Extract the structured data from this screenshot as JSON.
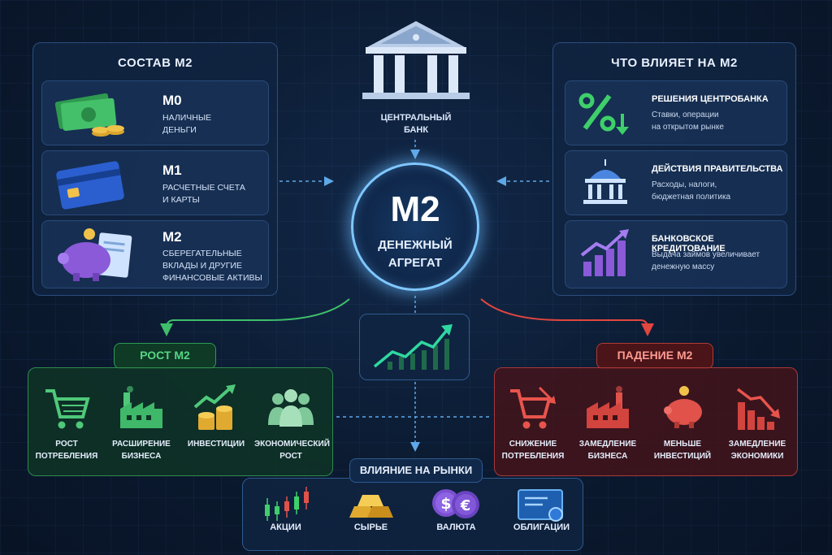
{
  "composition": {
    "title": "СОСТАВ M2",
    "items": [
      {
        "head": "M0",
        "sub1": "НАЛИЧНЫЕ",
        "sub2": "ДЕНЬГИ",
        "sub3": "",
        "icon": "cash-icon"
      },
      {
        "head": "M1",
        "sub1": "РАСЧЕТНЫЕ СЧЕТА",
        "sub2": "И КАРТЫ",
        "sub3": "",
        "icon": "credit-card-icon"
      },
      {
        "head": "M2",
        "sub1": "СБЕРЕГАТЕЛЬНЫЕ",
        "sub2": "ВКЛАДЫ И ДРУГИЕ",
        "sub3": "ФИНАНСОВЫЕ АКТИВЫ",
        "icon": "piggy-bank-icon"
      }
    ]
  },
  "influences": {
    "title": "ЧТО ВЛИЯЕТ НА M2",
    "items": [
      {
        "head": "РЕШЕНИЯ ЦЕНТРОБАНКА",
        "sub1": "Ставки, операции",
        "sub2": "на открытом рынке",
        "icon": "percent-down-icon"
      },
      {
        "head": "ДЕЙСТВИЯ ПРАВИТЕЛЬСТВА",
        "sub1": "Расходы, налоги,",
        "sub2": "бюджетная политика",
        "icon": "government-building-icon"
      },
      {
        "head": "БАНКОВСКОЕ КРЕДИТОВАНИЕ",
        "sub1": "Выдача займов увеличивает",
        "sub2": "денежную массу",
        "icon": "growth-bars-icon"
      }
    ]
  },
  "central_bank": {
    "line1": "ЦЕНТРАЛЬНЫЙ",
    "line2": "БАНК",
    "icon": "bank-building-icon"
  },
  "center": {
    "title": "M2",
    "line1": "ДЕНЕЖНЫЙ",
    "line2": "АГРЕГАТ"
  },
  "growth": {
    "title": "РОСТ M2",
    "color": "#3fbf6a",
    "items": [
      {
        "label1": "РОСТ ПОТРЕБЛЕНИЯ",
        "label2": "",
        "icon": "shopping-cart-icon"
      },
      {
        "label1": "РАСШИРЕНИЕ",
        "label2": "БИЗНЕСА",
        "icon": "factory-icon"
      },
      {
        "label1": "ИНВЕСТИЦИИ",
        "label2": "",
        "icon": "coins-growth-icon"
      },
      {
        "label1": "ЭКОНОМИЧЕСКИЙ",
        "label2": "РОСТ",
        "icon": "people-icon"
      }
    ]
  },
  "decline": {
    "title": "ПАДЕНИЕ M2",
    "color": "#e2463f",
    "items": [
      {
        "label1": "СНИЖЕНИЕ",
        "label2": "ПОТРЕБЛЕНИЯ",
        "icon": "cart-down-icon"
      },
      {
        "label1": "ЗАМЕДЛЕНИЕ",
        "label2": "БИЗНЕСА",
        "icon": "factory-icon"
      },
      {
        "label1": "МЕНЬШЕ",
        "label2": "ИНВЕСТИЦИЙ",
        "icon": "piggy-bank-icon"
      },
      {
        "label1": "ЗАМЕДЛЕНИЕ",
        "label2": "ЭКОНОМИКИ",
        "icon": "bars-down-icon"
      }
    ]
  },
  "markets": {
    "title": "ВЛИЯНИЕ НА РЫНКИ",
    "items": [
      {
        "label": "АКЦИИ",
        "icon": "candlestick-icon"
      },
      {
        "label": "СЫРЬЕ",
        "icon": "gold-bars-icon"
      },
      {
        "label": "ВАЛЮТА",
        "icon": "currency-coins-icon"
      },
      {
        "label": "ОБЛИГАЦИИ",
        "icon": "bond-certificate-icon"
      }
    ]
  }
}
